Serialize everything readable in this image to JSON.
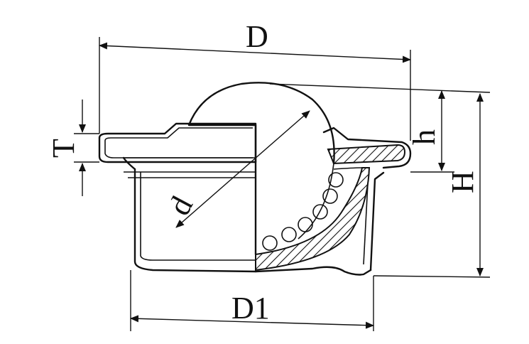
{
  "diagram": {
    "labels": {
      "D": "D",
      "D1": "D1",
      "d": "d",
      "h": "h",
      "H": "H",
      "T": "T"
    },
    "colors": {
      "ink": "#111111",
      "background": "#ffffff"
    }
  }
}
